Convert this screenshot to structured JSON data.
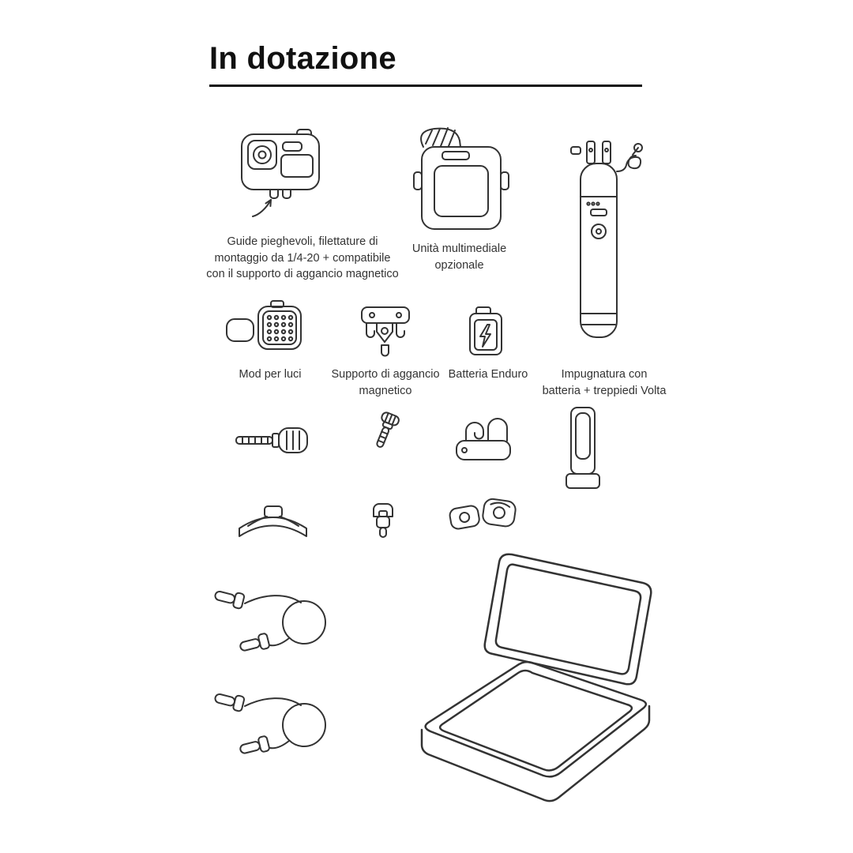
{
  "page": {
    "title": "In dotazione"
  },
  "colors": {
    "line": "#333333",
    "title": "#111111",
    "caption": "#333333",
    "background": "#ffffff"
  },
  "items": {
    "camera": {
      "caption_lines": [
        "Guide pieghevoli, filettature di",
        "montaggio da 1/4-20 + compatibile",
        "con il supporto di aggancio magnetico"
      ]
    },
    "media_mod": {
      "caption_lines": [
        "Unità multimediale",
        "opzionale"
      ]
    },
    "volta_grip": {
      "caption_lines": [
        "Impugnatura con",
        "batteria + treppiedi Volta"
      ]
    },
    "light_mod": {
      "caption_lines": [
        "Mod per luci"
      ]
    },
    "magnetic_mount": {
      "caption_lines": [
        "Supporto di aggancio",
        "magnetico"
      ]
    },
    "enduro_battery": {
      "caption_lines": [
        "Batteria Enduro"
      ]
    }
  },
  "illustrations": [
    "hero-camera",
    "media-mod",
    "volta-grip",
    "light-mod",
    "magnetic-mount",
    "enduro-battery",
    "thumb-screw",
    "mounting-screw",
    "mounting-buckle",
    "mount-plate",
    "curved-adhesive-mount",
    "mount-clip",
    "folding-fingers",
    "usb-cable",
    "usb-cable",
    "carrying-case"
  ]
}
